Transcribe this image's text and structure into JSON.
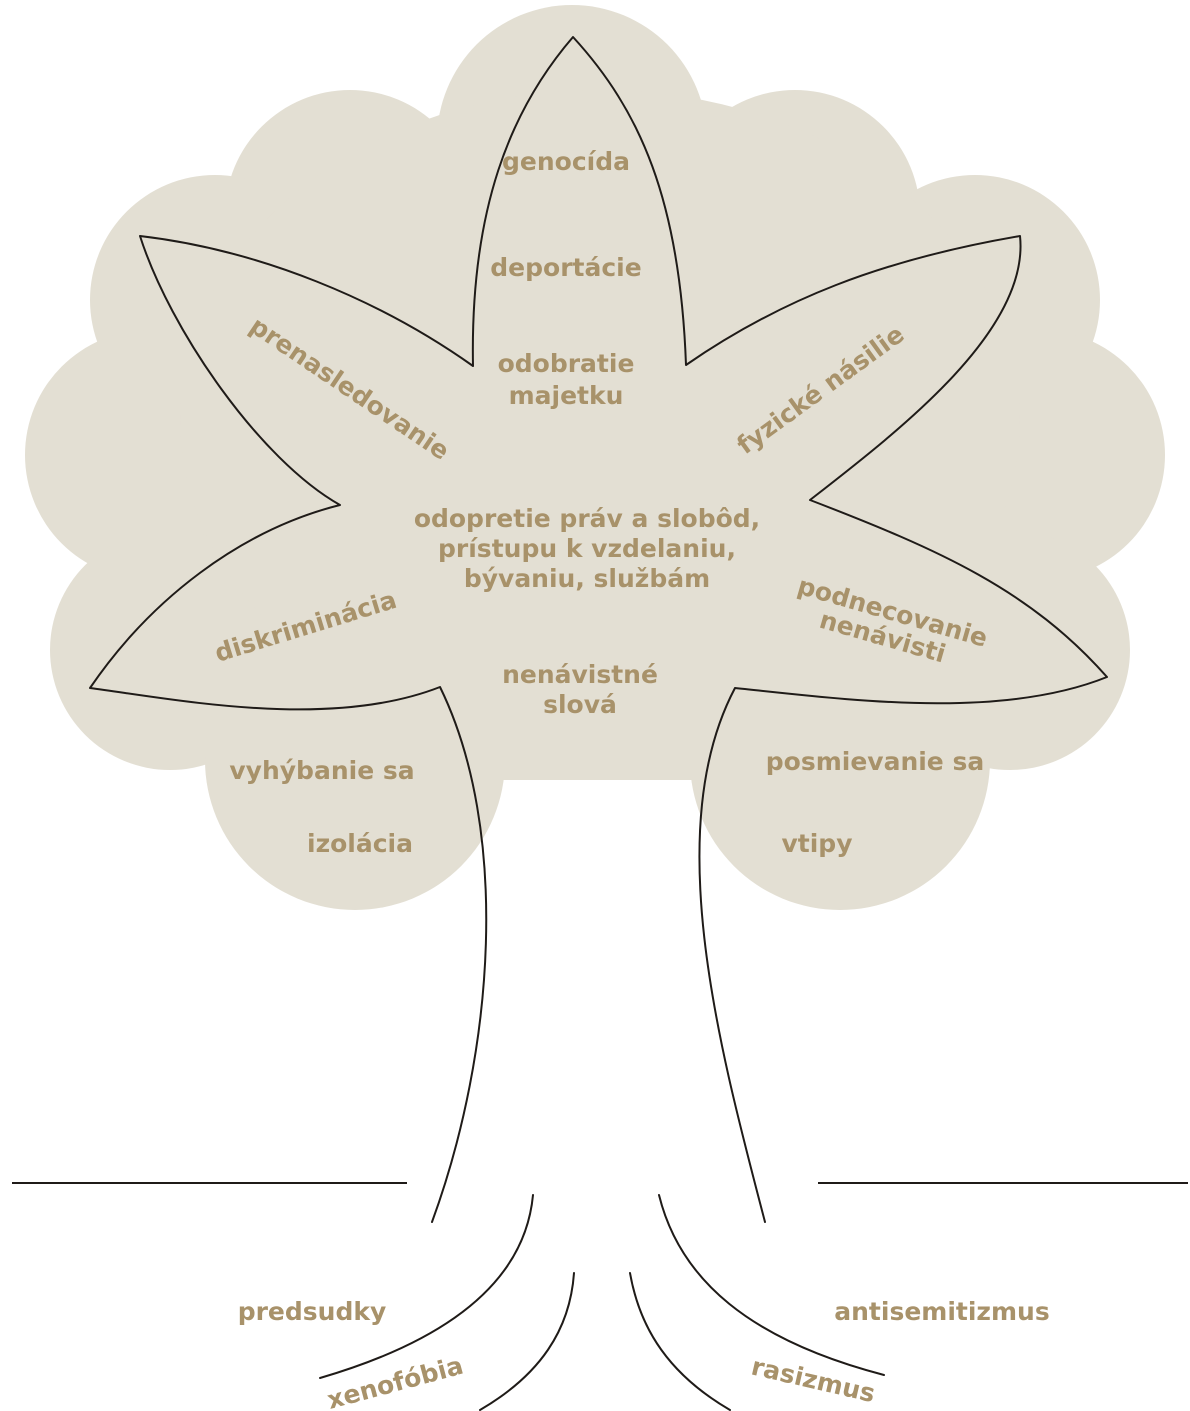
{
  "labels": {
    "genocida": "genocída",
    "deportacie": "deportácie",
    "odobratie_1": "odobratie",
    "odobratie_2": "majetku",
    "prenasledovanie": "prenasledovanie",
    "fyzicke_nasilie": "fyzické násilie",
    "odopretie_1": "odopretie práv a slobôd,",
    "odopretie_2": "prístupu k vzdelaniu,",
    "odopretie_3": "bývaniu, službám",
    "diskriminacia": "diskriminácia",
    "podnecovanie_1": "podnecovanie",
    "podnecovanie_2": "nenávisti",
    "nenavistne_1": "nenávistné",
    "nenavistne_2": "slová",
    "vyhybanie": "vyhýbanie sa",
    "izolacia": "izolácia",
    "posmievanie": "posmievanie sa",
    "vtipy": "vtipy",
    "predsudky": "predsudky",
    "xenofobia": "xenofóbia",
    "antisemitizmus": "antisemitizmus",
    "rasizmus": "rasizmus"
  },
  "colors": {
    "crown": "#e3dfd3",
    "text": "#a8926a",
    "outline": "#1f1b18"
  }
}
